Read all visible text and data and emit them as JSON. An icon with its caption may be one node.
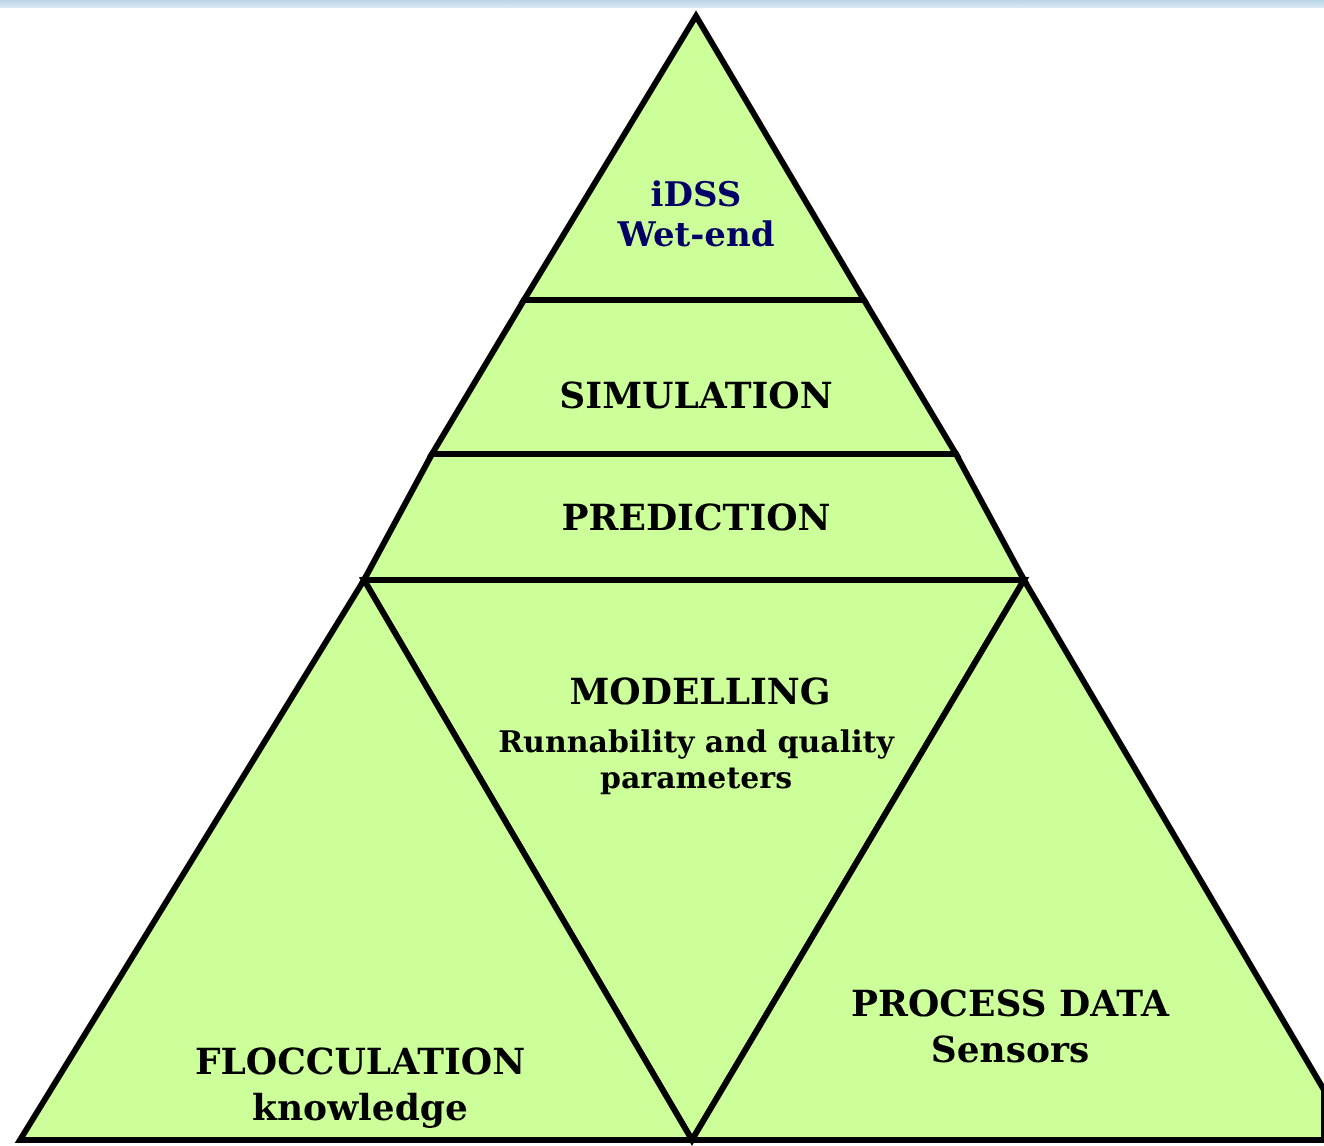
{
  "diagram": {
    "nodes": [
      {
        "text": [
          "iDSS Wet-end"
        ]
      },
      {
        "text": [
          "SIMULATION"
        ]
      },
      {
        "text": [
          "PREDICTION"
        ]
      },
      {
        "text": [
          "MODELLING",
          "Runnability and quality parameters"
        ]
      },
      {
        "text": [
          "FLOCCULATION",
          "knowledge"
        ]
      },
      {
        "text": [
          "PROCESS DATA",
          "Sensors"
        ]
      }
    ]
  }
}
